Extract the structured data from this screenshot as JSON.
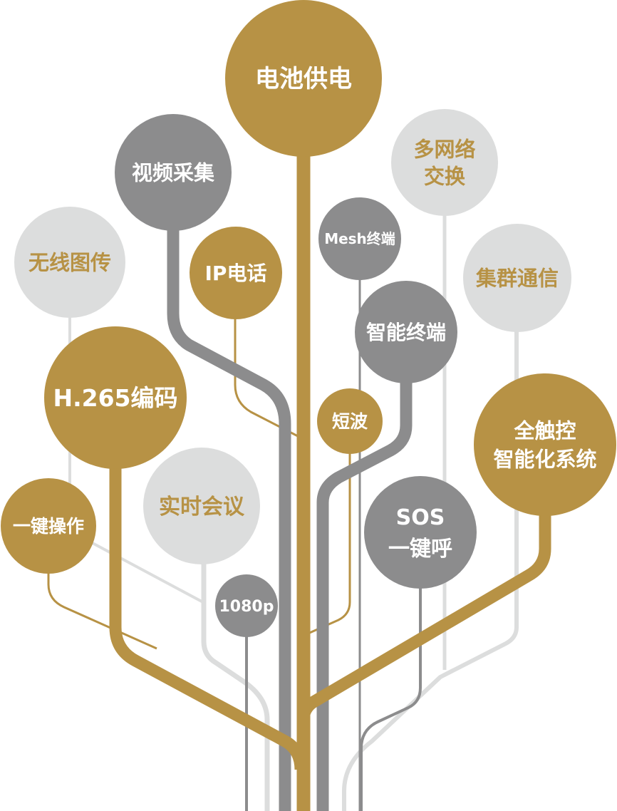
{
  "colors": {
    "gold": "#B79245",
    "gray": "#8C8C8D",
    "light": "#DCDDDD",
    "text_on_dark": "#FFFFFF",
    "text_on_light": "#B79245"
  },
  "nodes": [
    {
      "id": "battery",
      "lines": [
        "电池供电"
      ],
      "style": "gold"
    },
    {
      "id": "video-capture",
      "lines": [
        "视频采集"
      ],
      "style": "gray"
    },
    {
      "id": "multi-network",
      "lines": [
        "多网络",
        "交换"
      ],
      "style": "light"
    },
    {
      "id": "wireless-transmission",
      "lines": [
        "无线图传"
      ],
      "style": "light"
    },
    {
      "id": "ip-phone",
      "lines": [
        "IP电话"
      ],
      "style": "gold"
    },
    {
      "id": "mesh-terminal",
      "lines": [
        "Mesh终端"
      ],
      "style": "gray"
    },
    {
      "id": "cluster-communication",
      "lines": [
        "集群通信"
      ],
      "style": "light"
    },
    {
      "id": "smart-terminal",
      "lines": [
        "智能终端"
      ],
      "style": "gray"
    },
    {
      "id": "h265-encoding",
      "lines": [
        "H.265编码"
      ],
      "style": "gold"
    },
    {
      "id": "shortwave",
      "lines": [
        "短波"
      ],
      "style": "gold"
    },
    {
      "id": "touch-system",
      "lines": [
        "全触控",
        "智能化系统"
      ],
      "style": "gold"
    },
    {
      "id": "one-key-operation",
      "lines": [
        "一键操作"
      ],
      "style": "gold"
    },
    {
      "id": "realtime-meeting",
      "lines": [
        "实时会议"
      ],
      "style": "light"
    },
    {
      "id": "sos-call",
      "lines": [
        "SOS",
        "一键呼"
      ],
      "style": "gray"
    },
    {
      "id": "resolution-1080p",
      "lines": [
        "1080p"
      ],
      "style": "gray"
    }
  ]
}
